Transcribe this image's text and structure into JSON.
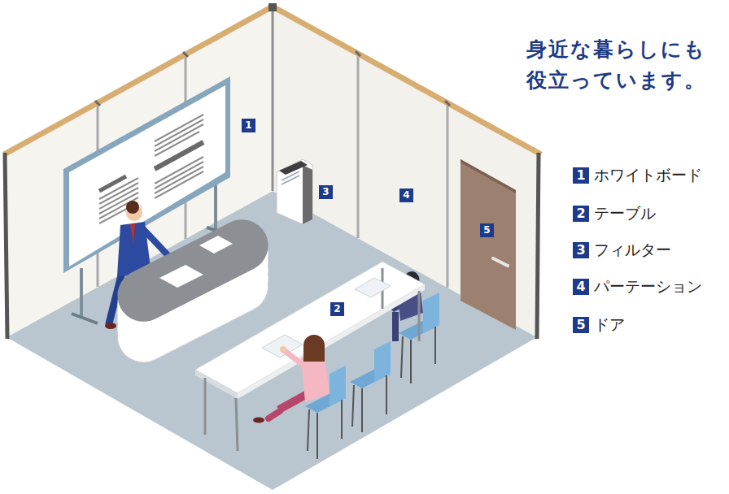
{
  "diagram": {
    "title": "身近な暮らしにも 役立っています。",
    "labels": [
      "1",
      "2",
      "3",
      "4",
      "5",
      "1",
      "2",
      "3",
      "4",
      "5"
    ],
    "legend": [
      {
        "text": "ホワイトボード"
      },
      {
        "text": "テーブル"
      },
      {
        "text": "フィルター"
      },
      {
        "text": "パーテーション"
      },
      {
        "text": "ドア"
      }
    ]
  }
}
